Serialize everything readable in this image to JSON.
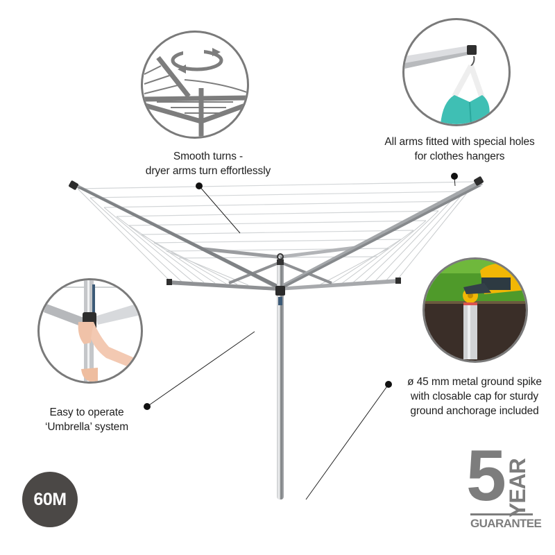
{
  "features": [
    {
      "id": "smooth-turns",
      "line1": "Smooth turns -",
      "line2": "dryer arms turn effortlessly",
      "image": "rotation-arrow-line-drawing"
    },
    {
      "id": "hanger-holes",
      "line1": "All arms fitted with special holes",
      "line2": "for clothes hangers",
      "image": "arm-with-hanger-photo"
    },
    {
      "id": "umbrella-system",
      "line1": "Easy to operate",
      "line2": "‘Umbrella’ system",
      "image": "hands-operating-hub-photo"
    },
    {
      "id": "ground-spike",
      "line1": "ø 45 mm metal ground spike",
      "line2": "with closable cap for sturdy",
      "line3": "ground anchorage included",
      "image": "ground-spike-lawnmower-photo"
    }
  ],
  "badge": {
    "length": "60M"
  },
  "guarantee": {
    "number": "5",
    "unit": "YEAR",
    "label": "GUARANTEE"
  },
  "colors": {
    "frame": "#8e9093",
    "line": "#cfd2d4",
    "badge_bg": "#4b4846",
    "guarantee": "#7d7d7d",
    "circle_border": "#7a7a7a",
    "shirt": "#3fbfb4",
    "grass": "#4f9a2a",
    "soil": "#3a2e28",
    "mower": "#f2b705"
  }
}
